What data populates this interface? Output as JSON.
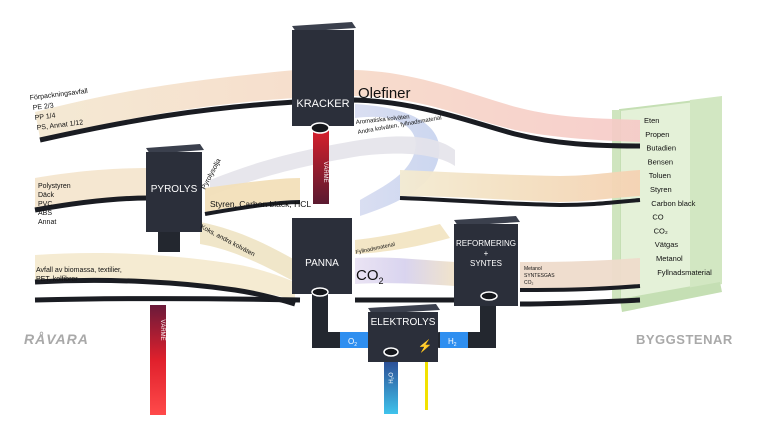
{
  "sections": {
    "input": "RÅVARA",
    "output": "BYGGSTENAR"
  },
  "inputs": {
    "plastic_top": [
      "Förpackningsavfall",
      "PE 2/3",
      "PP 1/4",
      "PS, Annat 1/12"
    ],
    "plastic_mid": [
      "Polystyren",
      "Däck",
      "PVC",
      "ABS",
      "Annat"
    ],
    "biomass": [
      "Avfall av biomassa, textilier,",
      "PET, kolfibrer"
    ]
  },
  "units": {
    "kracker": "KRACKER",
    "pyrolys": "PYROLYS",
    "panna": "PANNA",
    "reforming": [
      "REFORMERING",
      "+",
      "SYNTES"
    ],
    "elektrolys": "ELEKTROLYS"
  },
  "flow_labels": {
    "olefiner": "Olefiner",
    "aromatics_1": "Aromatiska kolväten",
    "aromatics_2": "Andra kolväten, fyllnadsmaterial",
    "pyrolysolja": "Pyrolysolja",
    "styren": "Styren, Carbon black, HCL",
    "koks": "Koks, andra kolväten",
    "fyllnad": "Fyllnadsmaterial",
    "co2": "CO",
    "co2_sub": "2",
    "metanol": [
      "Metanol",
      "SYNTESGAS",
      "CO₂"
    ],
    "varme": "VÄRME",
    "o2": "O",
    "o2_sub": "2",
    "h2": "H",
    "h2_sub": "2",
    "h2o": "H₂O"
  },
  "outputs": [
    "Eten",
    "Propen",
    "Butadien",
    "Bensen",
    "Toluen",
    "Styren",
    "Carbon black",
    "CO",
    "CO₂",
    "Vätgas",
    "Metanol",
    "Fyllnadsmaterial"
  ],
  "colors": {
    "box": "#2b2f3a",
    "box_top": "#3b404d",
    "belt": "#1a1c22",
    "heat": "#e0202c",
    "electric": "#f2e200",
    "water": "#3fc3ec",
    "tray": "#dcedd0",
    "tray_edge": "#c5dfb4",
    "flow_pink": "#f6c9c7",
    "flow_peach": "#f7d6b9",
    "flow_yellow": "#f3e9b0",
    "flow_blue": "#c7d3ee",
    "flow_lilac": "#d7c8ec",
    "label_gray": "#a9a9a9"
  }
}
